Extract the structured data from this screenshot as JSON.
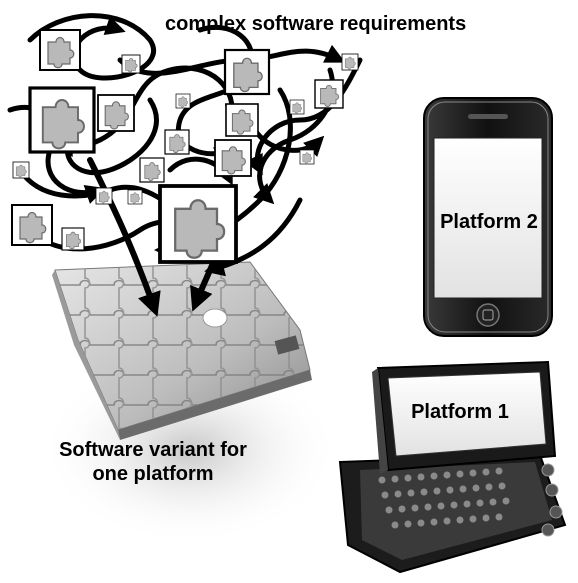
{
  "diagram": {
    "requirements_label": "complex software requirements",
    "variant_label_line1": "Software variant for",
    "variant_label_line2": "one platform",
    "platform2_label": "Platform 2",
    "platform1_label": "Platform 1"
  },
  "colors": {
    "ink": "#000000",
    "puzzle_light": "#d8d8d8",
    "puzzle_mid": "#a8a8a8",
    "puzzle_dark": "#6e6e6e",
    "device_body": "#1a1a1a",
    "screen": "#f2f2f2"
  },
  "icons": [
    "puzzle-piece-icon",
    "smartphone-icon",
    "slider-phone-icon",
    "arrow-icon"
  ]
}
